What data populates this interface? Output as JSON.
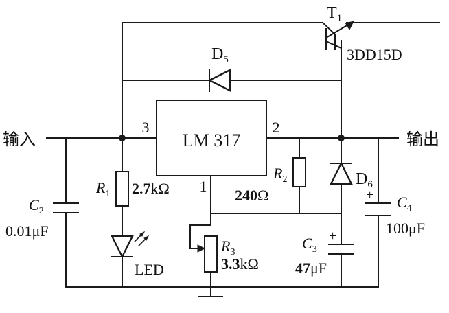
{
  "input_label": "输入",
  "output_label": "输出",
  "ic": {
    "name": "LM 317",
    "pin_in": "3",
    "pin_out": "2",
    "pin_adj": "1"
  },
  "transistor": {
    "ref": "T",
    "ref_sub": "1",
    "model": "3DD15D"
  },
  "d5": {
    "ref": "D",
    "ref_sub": "5"
  },
  "d6": {
    "ref": "D",
    "ref_sub": "6"
  },
  "r1": {
    "ref": "R",
    "ref_sub": "1",
    "value": "2.7",
    "unit": "kΩ"
  },
  "r2": {
    "ref": "R",
    "ref_sub": "2",
    "value": "240",
    "unit": "Ω"
  },
  "r3": {
    "ref": "R",
    "ref_sub": "3",
    "value": "3.3",
    "unit": "kΩ"
  },
  "c2": {
    "ref": "C",
    "ref_sub": "2",
    "value": "0.01μF"
  },
  "c3": {
    "ref": "C",
    "ref_sub": "3",
    "value": "47",
    "unit": "μF",
    "polarity": "+"
  },
  "c4": {
    "ref": "C",
    "ref_sub": "4",
    "value": "100μF",
    "polarity": "+"
  },
  "led_label": "LED"
}
